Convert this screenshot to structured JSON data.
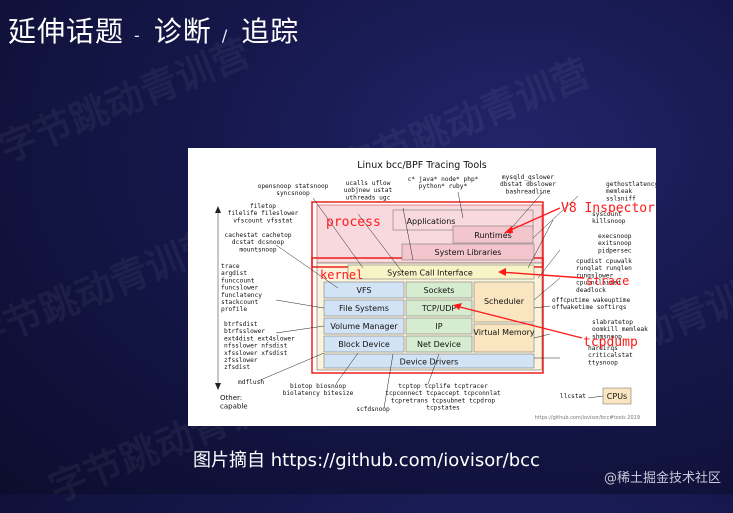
{
  "slide": {
    "title_part1": "延伸话题",
    "sep1": "-",
    "title_part2": "诊断",
    "sep2": "/",
    "title_part3": "追踪",
    "caption": "图片摘自 https://github.com/iovisor/bcc",
    "footer_watermark": "@稀土掘金技术社区",
    "bg_watermark": "字节跳动青训营"
  },
  "diagram": {
    "title": "Linux bcc/BPF Tracing Tools",
    "layers": {
      "applications": "Applications",
      "runtimes": "Runtimes",
      "system_libraries": "System Libraries",
      "syscall_interface": "System Call Interface",
      "vfs": "VFS",
      "sockets": "Sockets",
      "scheduler": "Scheduler",
      "file_systems": "File Systems",
      "tcp_udp": "TCP/UDP",
      "volume_manager": "Volume Manager",
      "ip": "IP",
      "virtual_memory": "Virtual Memory",
      "block_device": "Block Device",
      "net_device": "Net Device",
      "device_drivers": "Device Drivers",
      "cpus": "CPUs"
    },
    "annotations": {
      "process": "process",
      "kernel": "kernel",
      "v8_inspector": "V8 Inspector",
      "strace": "strace",
      "tcpdump": "tcpdump"
    },
    "tool_groups": {
      "top1": [
        "opensnoop statsnoop",
        "syncsnoop"
      ],
      "top2": [
        "ucalls uflow",
        "uobjnew ustat",
        "uthreads ugc"
      ],
      "top3": [
        "c* java* node* php*",
        "python* ruby*"
      ],
      "top4": [
        "mysqld_qslower",
        "dbstat dbslower",
        "bashreadline"
      ],
      "right_top": [
        "gethostlatency",
        "memleak",
        "sslsniff"
      ],
      "right_sys": [
        "syscount",
        "killsnoop"
      ],
      "right_exec": [
        "execsnoop",
        "exitsnoop",
        "pidpersec"
      ],
      "right_cpu": [
        "cpudist cpuwalk",
        "runqlat runqlen",
        "runqslower",
        "cpuunclaimed",
        "deadlock"
      ],
      "right_offcpu": [
        "offcputime wakeuptime",
        "offwaketime softirqs"
      ],
      "right_mem": [
        "slabratetop",
        "oomkill memleak",
        "shmsnoop"
      ],
      "right_irq": [
        "hardirqs",
        "criticalstat",
        "ttysnoop"
      ],
      "left_file": [
        "filetop",
        "filelife fileslower",
        "vfscount vfsstat"
      ],
      "left_cache": [
        "cachestat cachetop",
        "dcstat dcsnoop",
        "mountsnoop"
      ],
      "left_trace": [
        "trace",
        "argdist",
        "funccount",
        "funcslower",
        "funclatency",
        "stackcount",
        "profile"
      ],
      "left_fs": [
        "btrfsdist",
        "btrfsslower",
        "ext4dist ext4slower",
        "nfsslower nfsdist",
        "xfsslower xfsdist",
        "zfsslower",
        "zfsdist"
      ],
      "left_mdflush": [
        "mdflush"
      ],
      "bottom_bio": [
        "biotop biosnoop",
        "biolatency bitesize"
      ],
      "bottom_scsi": [
        "scfdsnoop"
      ],
      "bottom_tcp": [
        "tcptop tcplife tcptracer",
        "tcpconnect tcpaccept tcpconnlat",
        "tcpretrans tcpsubnet tcpdrop",
        "tcpstates"
      ],
      "bottom_llc": [
        "llcstat"
      ],
      "other": [
        "Other:",
        "capable"
      ]
    },
    "credit": "https://github.com/iovisor/bcc#tools 2019"
  }
}
